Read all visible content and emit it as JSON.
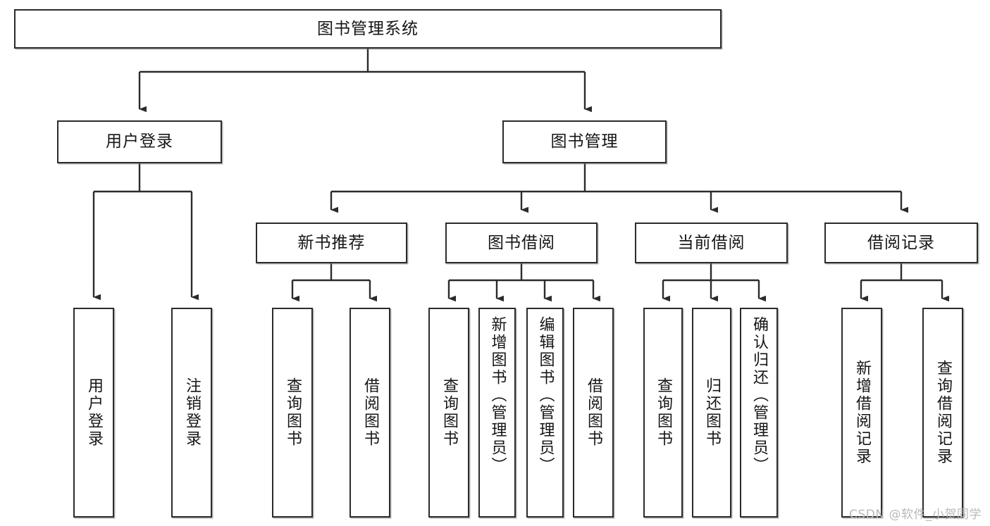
{
  "diagram": {
    "type": "tree-hierarchy",
    "title": "图书管理系统",
    "watermark": "CSDN @软件_小贺同学",
    "colors": {
      "border": "#2b2b2b",
      "background": "#ffffff",
      "text": "#161616",
      "connector": "#2b2b2b",
      "watermark": "#b9b9b9"
    },
    "root": {
      "label": "图书管理系统"
    },
    "level1": [
      {
        "label": "用户登录"
      },
      {
        "label": "图书管理"
      }
    ],
    "level2": [
      {
        "label": "新书推荐"
      },
      {
        "label": "图书借阅"
      },
      {
        "label": "当前借阅"
      },
      {
        "label": "借阅记录"
      }
    ],
    "leaves": {
      "user_login": [
        {
          "label": "用户登录"
        },
        {
          "label": "注销登录"
        }
      ],
      "new_book_recommend": [
        {
          "label": "查询图书"
        },
        {
          "label": "借阅图书"
        }
      ],
      "book_borrow": [
        {
          "label": "查询图书"
        },
        {
          "label": "新增图书（管理员）"
        },
        {
          "label": "编辑图书（管理员）"
        },
        {
          "label": "借阅图书"
        }
      ],
      "current_borrow": [
        {
          "label": "查询图书"
        },
        {
          "label": "归还图书"
        },
        {
          "label": "确认归还（管理员）"
        }
      ],
      "borrow_record": [
        {
          "label": "新增借阅记录"
        },
        {
          "label": "查询借阅记录"
        }
      ]
    }
  }
}
